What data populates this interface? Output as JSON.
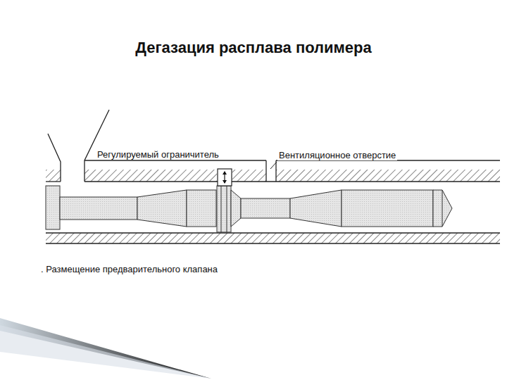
{
  "diagram": {
    "title": "Дегазация расплава полимера",
    "caption": ". Размещение предварительного клапана",
    "labels": [
      "Регулируемый ограничитель",
      "Вентиляционное отверстие"
    ]
  }
}
